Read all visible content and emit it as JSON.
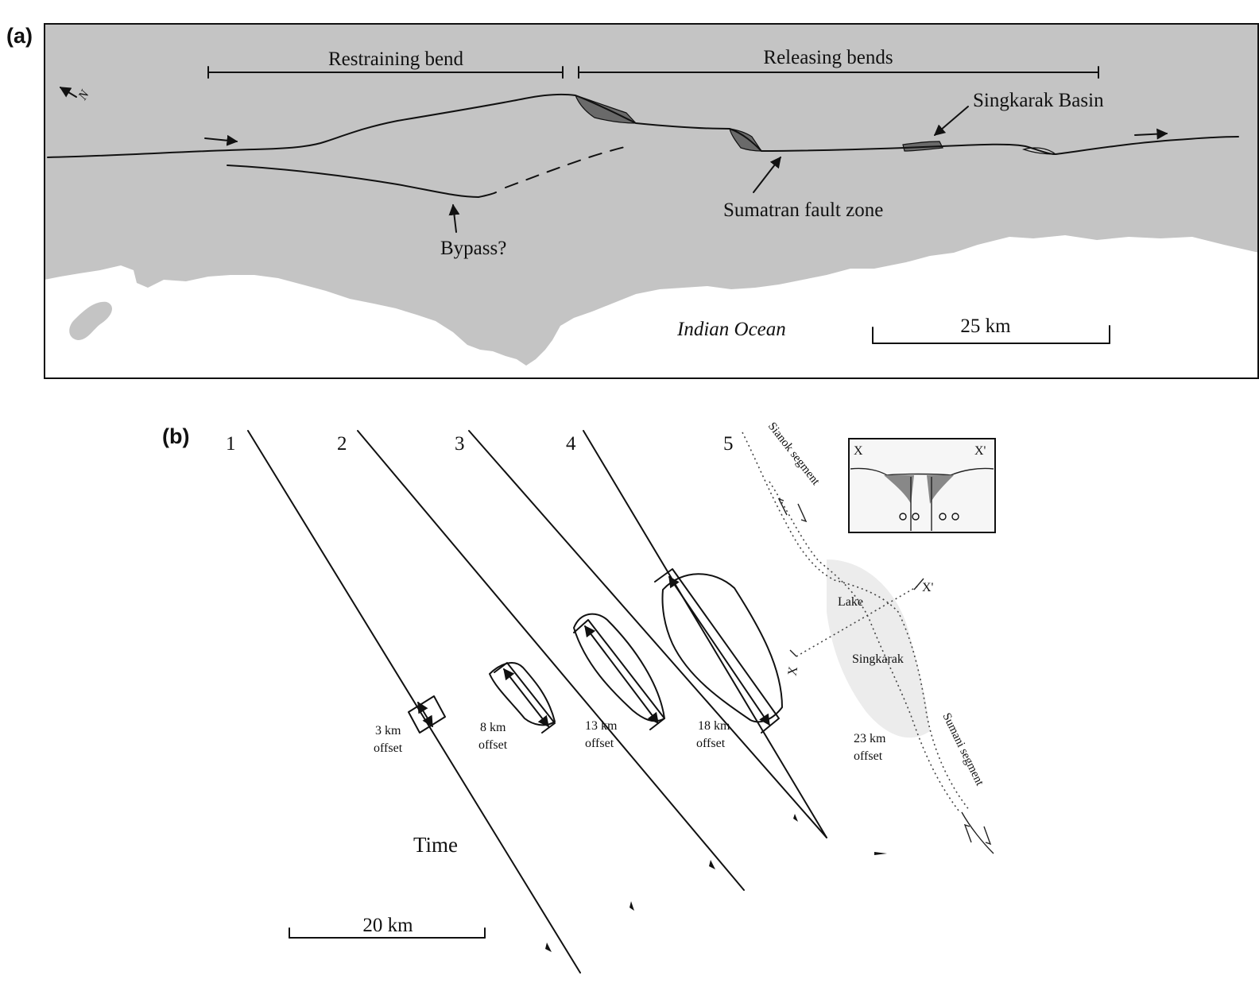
{
  "panel_a": {
    "tag": "(a)",
    "restraining_bend": "Restraining bend",
    "releasing_bends": "Releasing bends",
    "singkarak_basin": "Singkarak Basin",
    "sumatran_fault_zone": "Sumatran fault zone",
    "bypass": "Bypass?",
    "indian_ocean": "Indian Ocean",
    "scale": "25 km",
    "north": "N",
    "colors": {
      "land": "#c4c4c4",
      "basin": "#6a6a6a",
      "ocean": "#ffffff"
    }
  },
  "panel_b": {
    "tag": "(b)",
    "stages": [
      {
        "number": "1",
        "offset_value": "3 km",
        "offset_word": "offset"
      },
      {
        "number": "2",
        "offset_value": "8 km",
        "offset_word": "offset"
      },
      {
        "number": "3",
        "offset_value": "13 km",
        "offset_word": "offset"
      },
      {
        "number": "4",
        "offset_value": "18 km",
        "offset_word": "offset"
      },
      {
        "number": "5",
        "offset_value": "23 km",
        "offset_word": "offset"
      }
    ],
    "sianok_segment": "Sianok segment",
    "sumani_segment": "Sumani segment",
    "lake": "Lake",
    "singkarak": "Singkarak",
    "x": "X",
    "x_prime": "X'",
    "inset_x": "X",
    "inset_x_prime": "X'",
    "time": "Time",
    "scale": "20 km"
  }
}
